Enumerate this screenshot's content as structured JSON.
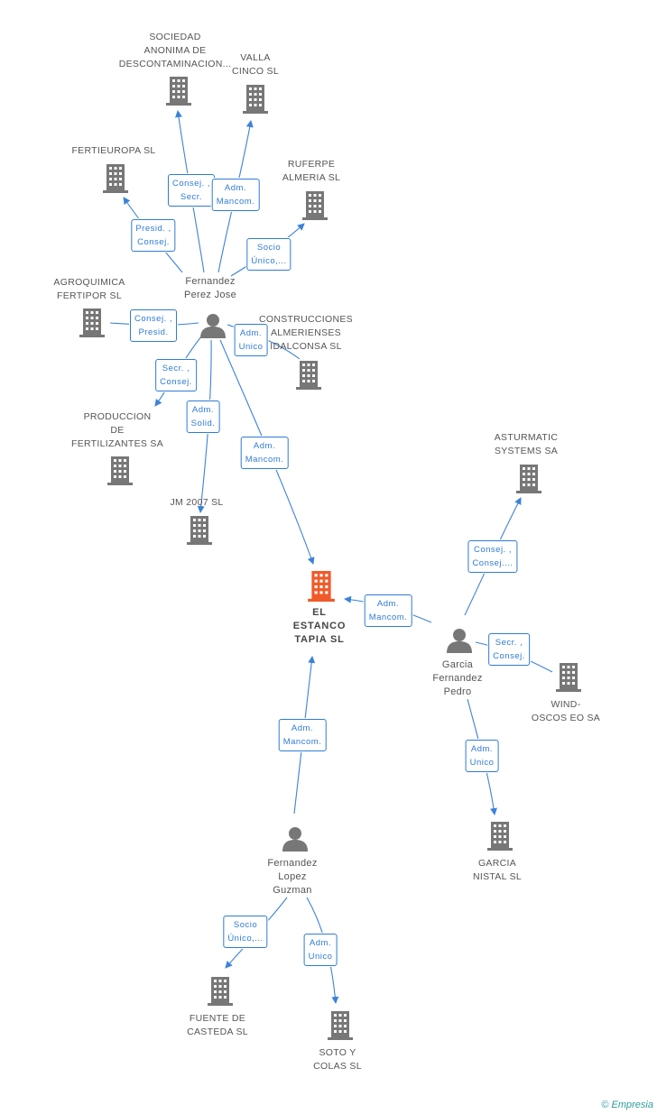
{
  "colors": {
    "edge": "#3b82d9",
    "building": "#777777",
    "main_building": "#f05a28",
    "person": "#777777"
  },
  "main": {
    "label": [
      "EL",
      "ESTANCO",
      "TAPIA  SL"
    ]
  },
  "companies": {
    "sociedad": [
      "SOCIEDAD",
      "ANONIMA DE",
      "DESCONTAMINACION..."
    ],
    "valla": [
      "VALLA",
      "CINCO SL"
    ],
    "fertieuropa": [
      "FERTIEUROPA SL"
    ],
    "ruferpe": [
      "RUFERPE",
      "ALMERIA SL"
    ],
    "agroquimica": [
      "AGROQUIMICA",
      "FERTIPOR SL"
    ],
    "construcciones": [
      "CONSTRUCCIONES",
      "ALMERIENSES",
      "IDALCONSA SL"
    ],
    "produccion": [
      "PRODUCCION",
      "DE",
      "FERTILIZANTES SA"
    ],
    "jm2007": [
      "JM 2007 SL"
    ],
    "asturmatic": [
      "ASTURMATIC",
      "SYSTEMS SA"
    ],
    "wind": [
      "WIND-",
      "OSCOS EO SA"
    ],
    "garcianistal": [
      "GARCIA",
      "NISTAL  SL"
    ],
    "fuente": [
      "FUENTE DE",
      "CASTEDA SL"
    ],
    "soto": [
      "SOTO Y",
      "COLAS  SL"
    ]
  },
  "persons": {
    "fernandez_perez": [
      "Fernandez",
      "Perez Jose"
    ],
    "garcia_fernandez": [
      "Garcia",
      "Fernandez",
      "Pedro"
    ],
    "fernandez_lopez": [
      "Fernandez",
      "Lopez",
      "Guzman"
    ]
  },
  "roles": {
    "consej_secr": [
      "Consej. ,",
      "Secr."
    ],
    "adm_mancom_valla": [
      "Adm.",
      "Mancom."
    ],
    "presid_consej": [
      "Presid. ,",
      "Consej."
    ],
    "socio_unico_ruferpe": [
      "Socio",
      "Único,..."
    ],
    "consej_presid": [
      "Consej. ,",
      "Presid."
    ],
    "adm_unico_constr": [
      "Adm.",
      "Unico"
    ],
    "secr_consej_prod": [
      "Secr. ,",
      "Consej."
    ],
    "adm_solid": [
      "Adm.",
      "Solid."
    ],
    "adm_mancom_main": [
      "Adm.",
      "Mancom."
    ],
    "consej_consej_ast": [
      "Consej. ,",
      "Consej...."
    ],
    "adm_mancom_garcia": [
      "Adm.",
      "Mancom."
    ],
    "secr_consej_wind": [
      "Secr. ,",
      "Consej."
    ],
    "adm_unico_nistal": [
      "Adm.",
      "Unico"
    ],
    "adm_mancom_lopez": [
      "Adm.",
      "Mancom."
    ],
    "socio_unico_fuente": [
      "Socio",
      "Único,..."
    ],
    "adm_unico_soto": [
      "Adm.",
      "Unico"
    ]
  },
  "footer": {
    "copyright": "©",
    "brand": "Empresia"
  }
}
